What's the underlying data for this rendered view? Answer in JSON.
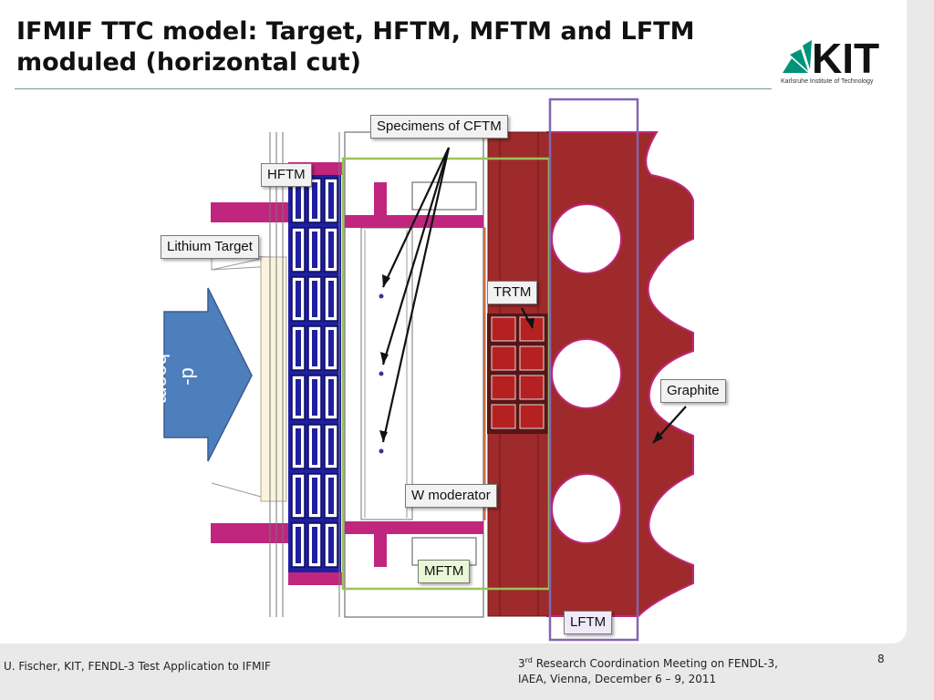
{
  "slide": {
    "title": "IFMIF TTC model: Target, HFTM, MFTM and LFTM moduled (horizontal cut)",
    "logo_text": "KIT",
    "logo_subtitle": "Karlsruhe Institute of Technology"
  },
  "figure": {
    "labels": {
      "specimens": "Specimens of CFTM",
      "hftm": "HFTM",
      "lithium_target": "Lithium Target",
      "trtm": "TRTM",
      "graphite": "Graphite",
      "w_moderator": "W moderator",
      "mftm": "MFTM",
      "lftm": "LFTM",
      "beam": "d-beam"
    },
    "colors": {
      "graphite": "#9e2a2b",
      "pipes": "#c0267e",
      "w_moderator": "#f6864e",
      "hftm_blue": "#1f1fa0",
      "lithium": "#fbf4dc",
      "beam": "#4e7fbd",
      "mftm_frame": "#9bc35a",
      "lftm_frame": "#8266b0"
    }
  },
  "footer": {
    "left": "U. Fischer, KIT, FENDL-3 Test Application to IFMIF",
    "mid_sup_prefix": "3",
    "mid_sup": "rd",
    "mid_line1_rest": " Research Coordination Meeting on FENDL-3,",
    "mid_line2": "IAEA, Vienna, December 6 – 9, 2011",
    "page": "8"
  }
}
